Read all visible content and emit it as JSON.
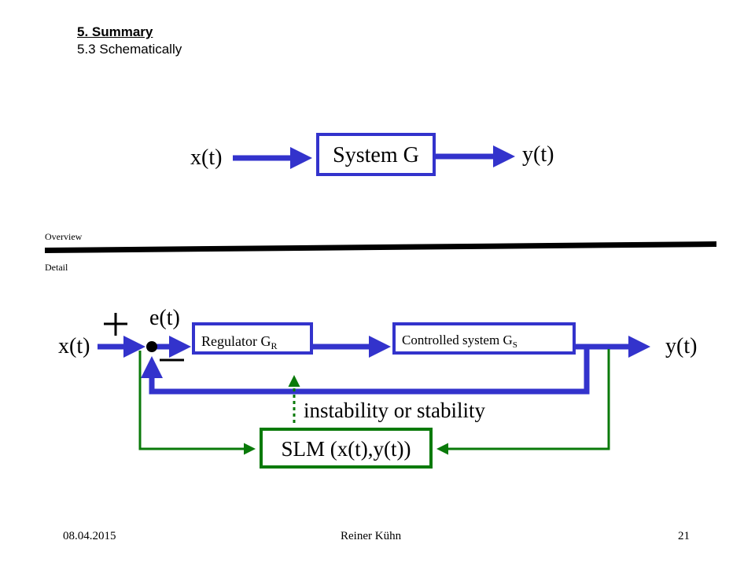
{
  "heading": {
    "section": "5.   Summary",
    "subsection": "5.3 Schematically"
  },
  "overview": {
    "label": "Overview",
    "input": "x(t)",
    "system": "System G",
    "output": "y(t)"
  },
  "divider_labels": {
    "top": "Overview",
    "bottom": "Detail"
  },
  "detail": {
    "input": "x(t)",
    "output": "y(t)",
    "error": "e(t)",
    "plus_sign": "+",
    "minus_sign": "−",
    "regulator": {
      "label": "Regulator G",
      "subscript": "R"
    },
    "controlled_system": {
      "label": "Controlled system G",
      "subscript": "S"
    },
    "stability_label": "instability or stability",
    "slm_box": "SLM (x(t),y(t))"
  },
  "colors": {
    "signal_blue": "#3333cc",
    "monitor_green": "#0a7a0a",
    "text": "#000000"
  },
  "footer": {
    "date": "08.04.2015",
    "author": "Reiner Kühn",
    "page": "21"
  }
}
